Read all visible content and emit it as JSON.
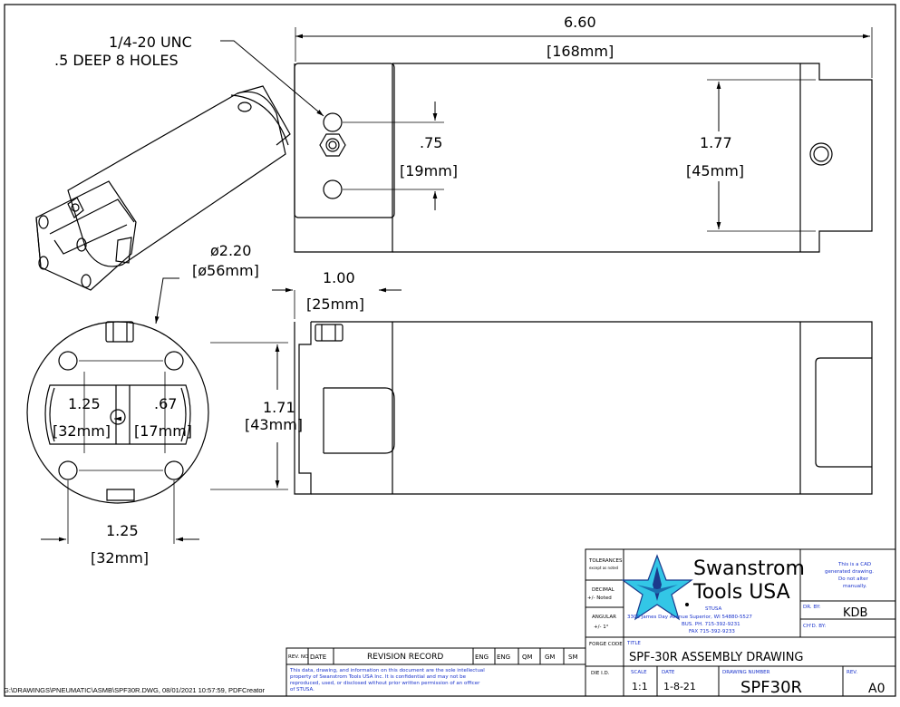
{
  "callouts": {
    "thread_line1": "1/4-20 UNC",
    "thread_line2": ".5 DEEP  8 HOLES"
  },
  "dimensions": {
    "overall_length_in": "6.60",
    "overall_length_mm": "[168mm]",
    "hole_spacing_in": ".75",
    "hole_spacing_mm": "[19mm]",
    "height_in": "1.77",
    "height_mm": "[45mm]",
    "diameter_in": "ø2.20",
    "diameter_mm": "[ø56mm]",
    "slot_in": "1.00",
    "slot_mm": "[25mm]",
    "end_height_in": "1.71",
    "end_height_mm": "[43mm]",
    "left_in": "1.25",
    "left_mm": "[32mm]",
    "right_in": ".67",
    "right_mm": "[17mm]",
    "bottom_in": "1.25",
    "bottom_mm": "[32mm]"
  },
  "title_block": {
    "tolerances_label": "TOLERANCES",
    "tolerances_sub": "except as noted",
    "decimal_label": "DECIMAL",
    "decimal_value": "+/- Noted",
    "angular_label": "ANGULAR",
    "angular_value": "+/- 1°",
    "forge_code_label": "FORGE CODE",
    "die_id_label": "DIE I.D.",
    "company_line1": "Swanstrom",
    "company_line2": "Tools USA",
    "stusa": "STUSA",
    "address1": "3300 James Day Avenue Superior, WI 54880-5527",
    "address2": "BUS. PH. 715-392-9231",
    "address3": "FAX 715-392-9233",
    "cad_note1": "This is a CAD",
    "cad_note2": "generated drawing.",
    "cad_note3": "Do not alter",
    "cad_note4": "manually.",
    "dr_by_label": "DR. BY:",
    "dr_by_value": "KDB",
    "chd_by_label": "CH'D. BY:",
    "title_label": "TITLE",
    "title_value": "SPF-30R ASSEMBLY DRAWING",
    "scale_label": "SCALE",
    "scale_value": "1:1",
    "date_label": "DATE",
    "date_value": "1-8-21",
    "drawing_number_label": "DRAWING NUMBER",
    "drawing_number_value": "SPF30R",
    "rev_label": "REV.",
    "rev_value": "A0"
  },
  "revision_record": {
    "headers": [
      "REV. NO",
      "DATE",
      "REVISION RECORD",
      "ENG",
      "ENG",
      "QM",
      "GM",
      "SM"
    ],
    "notice_line1": "This data, drawing, and information on this document are the sole intellectual",
    "notice_line2": "property of Swanstrom Tools USA Inc.  It is confidential and may not be",
    "notice_line3": "reproduced, used, or disclosed without prior written permission of an officer",
    "notice_line4": "of STUSA."
  },
  "footer": {
    "file_path": "G:\\DRAWINGS\\PNEUMATIC\\ASMB\\SPF30R.DWG, 08/01/2021 10:57:59, PDFCreator"
  },
  "colors": {
    "line": "#000000",
    "logo_cyan": "#33c6e6",
    "logo_dark": "#1b3a8c",
    "notice_blue": "#1a33cc"
  }
}
